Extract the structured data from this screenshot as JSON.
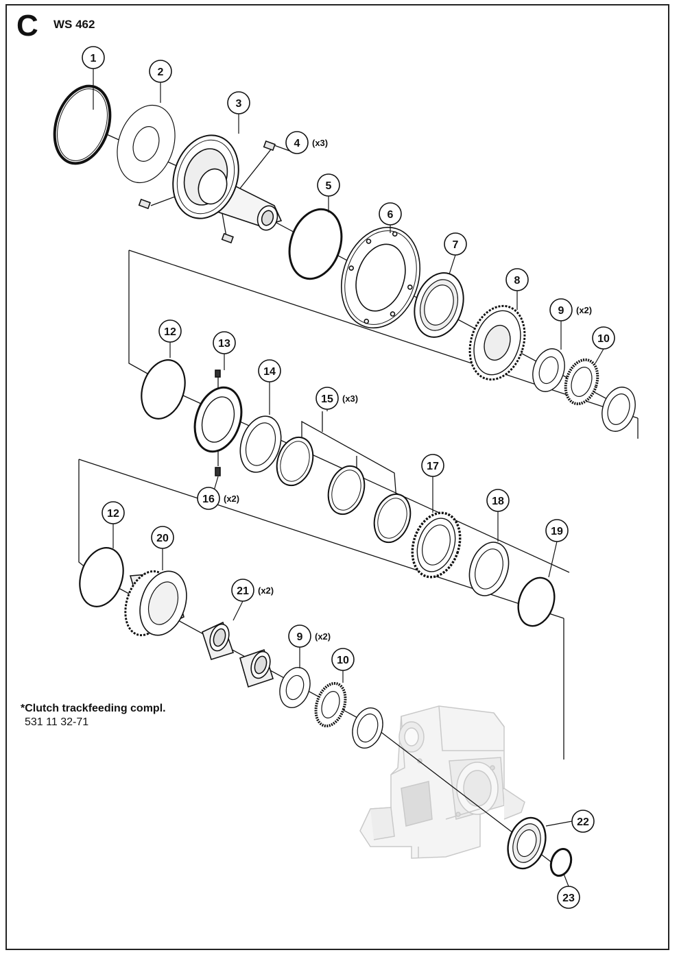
{
  "header": {
    "section_letter": "C",
    "model": "WS 462"
  },
  "note": {
    "title": "*Clutch  trackfeeding compl.",
    "part_number": "531 11 32-71"
  },
  "callouts": [
    {
      "num": "1",
      "qty": ""
    },
    {
      "num": "2",
      "qty": ""
    },
    {
      "num": "3",
      "qty": ""
    },
    {
      "num": "4",
      "qty": "(x3)"
    },
    {
      "num": "5",
      "qty": ""
    },
    {
      "num": "6",
      "qty": ""
    },
    {
      "num": "7",
      "qty": ""
    },
    {
      "num": "8",
      "qty": ""
    },
    {
      "num": "9",
      "qty": "(x2)"
    },
    {
      "num": "10",
      "qty": ""
    },
    {
      "num": "12",
      "qty": ""
    },
    {
      "num": "13",
      "qty": ""
    },
    {
      "num": "14",
      "qty": ""
    },
    {
      "num": "15",
      "qty": "(x3)"
    },
    {
      "num": "16",
      "qty": "(x2)"
    },
    {
      "num": "17",
      "qty": ""
    },
    {
      "num": "18",
      "qty": ""
    },
    {
      "num": "19",
      "qty": ""
    },
    {
      "num": "12",
      "qty": ""
    },
    {
      "num": "20",
      "qty": ""
    },
    {
      "num": "21",
      "qty": "(x2)"
    },
    {
      "num": "9",
      "qty": "(x2)"
    },
    {
      "num": "10",
      "qty": ""
    },
    {
      "num": "22",
      "qty": ""
    },
    {
      "num": "23",
      "qty": ""
    }
  ]
}
